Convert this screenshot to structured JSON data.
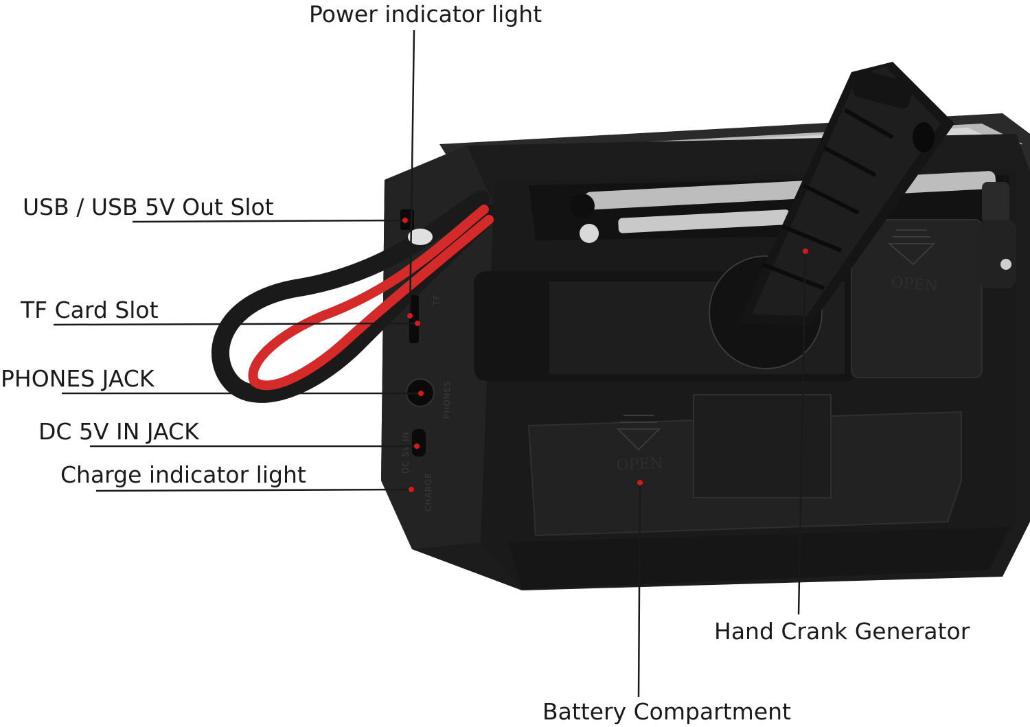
{
  "labels": {
    "power_indicator": "Power indicator light",
    "usb_slot": "USB / USB 5V Out Slot",
    "tf_card": "TF Card Slot",
    "phones_jack": "PHONES JACK",
    "dc_in_jack": "DC 5V IN JACK",
    "charge_indicator": "Charge indicator light",
    "hand_crank": "Hand Crank Generator",
    "battery": "Battery Compartment"
  },
  "device_markings": {
    "open_upper": "OPEN",
    "open_lower": "OPEN",
    "tf": "TF",
    "phones": "PHONES",
    "dc_in": "DC 5V IN",
    "charge": "CHARGE"
  },
  "colors": {
    "accent_dot": "#d41a1a",
    "strap_red": "#d42a2a",
    "body_black": "#1c1c1c"
  }
}
